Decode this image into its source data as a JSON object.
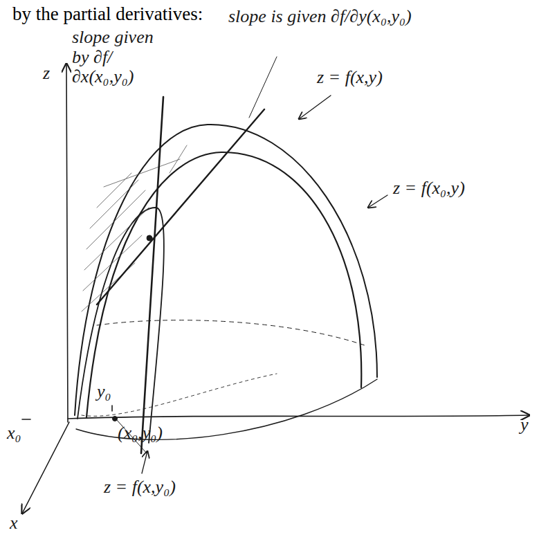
{
  "diagram": {
    "labels": [
      "by the partial derivatives:",
      "slope is given ∂f/∂y(x₀,y₀)",
      "slope given by ∂f/∂x(x₀,y₀)",
      "z",
      "z = f(x,y)",
      "z = f(x₀,y)",
      "y",
      "x₀",
      "y₀",
      "(x₀,y₀)",
      "z = f(x,y₀)",
      "x"
    ]
  }
}
